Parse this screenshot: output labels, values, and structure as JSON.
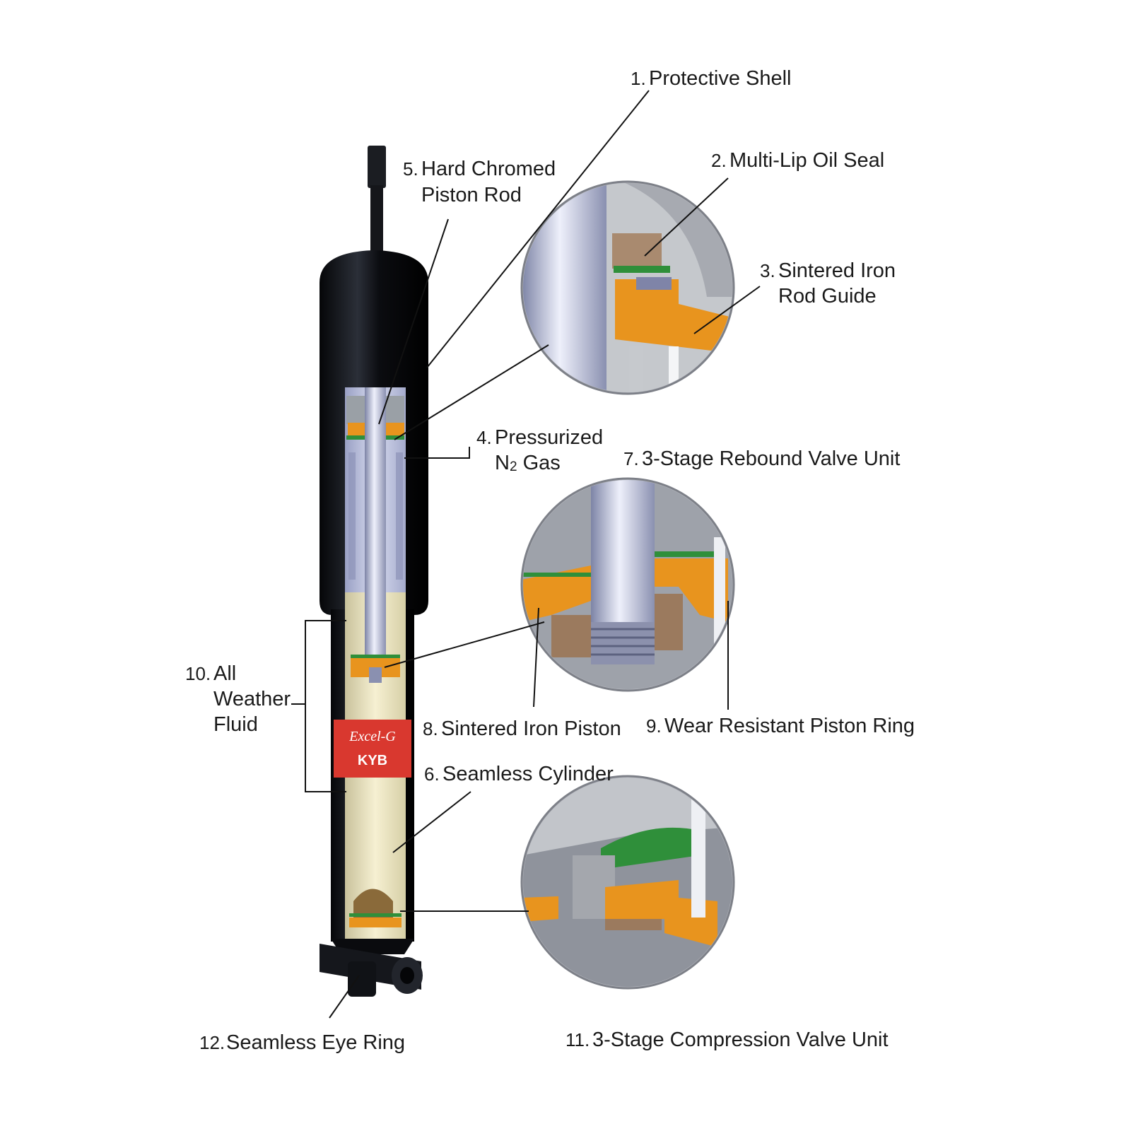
{
  "brand": {
    "band_line1": "Excel-G",
    "band_line2": "KYB"
  },
  "labels": {
    "l1": {
      "num": "1.",
      "lines": [
        "Protective Shell"
      ]
    },
    "l2": {
      "num": "2.",
      "lines": [
        "Multi-Lip Oil Seal"
      ]
    },
    "l3": {
      "num": "3.",
      "lines": [
        "Sintered Iron",
        "Rod Guide"
      ]
    },
    "l4": {
      "num": "4.",
      "line1": "Pressurized",
      "line2_a": "N",
      "line2_sub": "2",
      "line2_b": " Gas"
    },
    "l5": {
      "num": "5.",
      "lines": [
        "Hard Chromed",
        "Piston Rod"
      ]
    },
    "l6": {
      "num": "6.",
      "lines": [
        "Seamless Cylinder"
      ]
    },
    "l7": {
      "num": "7.",
      "lines": [
        "3-Stage Rebound Valve Unit"
      ]
    },
    "l8": {
      "num": "8.",
      "lines": [
        "Sintered Iron Piston"
      ]
    },
    "l9": {
      "num": "9.",
      "lines": [
        "Wear Resistant Piston Ring"
      ]
    },
    "l10": {
      "num": "10.",
      "lines": [
        "All",
        "Weather",
        "Fluid"
      ]
    },
    "l11": {
      "num": "11.",
      "lines": [
        "3-Stage Compression Valve Unit"
      ]
    },
    "l12": {
      "num": "12.",
      "lines": [
        "Seamless Eye Ring"
      ]
    }
  },
  "colors": {
    "shell": "#0d0f14",
    "fluid": "#efe8c4",
    "rod": "#b9bfd8",
    "iron": "#e8941e",
    "band": "#d9382f",
    "seal": "#2f8f3a"
  }
}
